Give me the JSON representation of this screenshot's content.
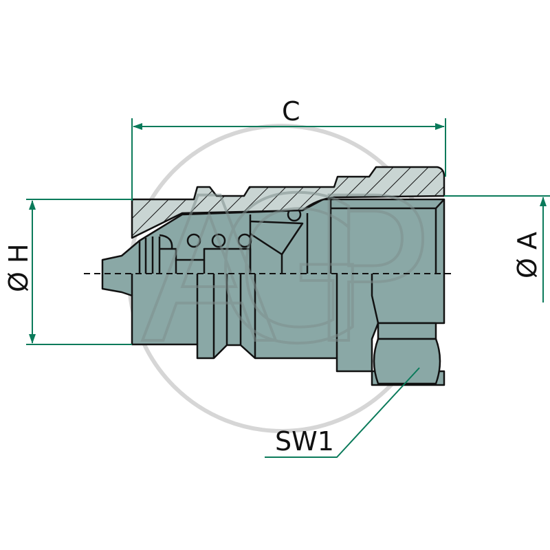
{
  "labels": {
    "length": "C",
    "diameter_h": "Ø H",
    "diameter_a": "Ø A",
    "wrench_size": "SW1"
  },
  "watermark": "AGP",
  "colors": {
    "dimension_line": "#0a7a5a",
    "body_fill": "#8aa8a6",
    "section_fill": "#c9d5d3",
    "outline": "#111111",
    "watermark": "#c8c8c8"
  }
}
